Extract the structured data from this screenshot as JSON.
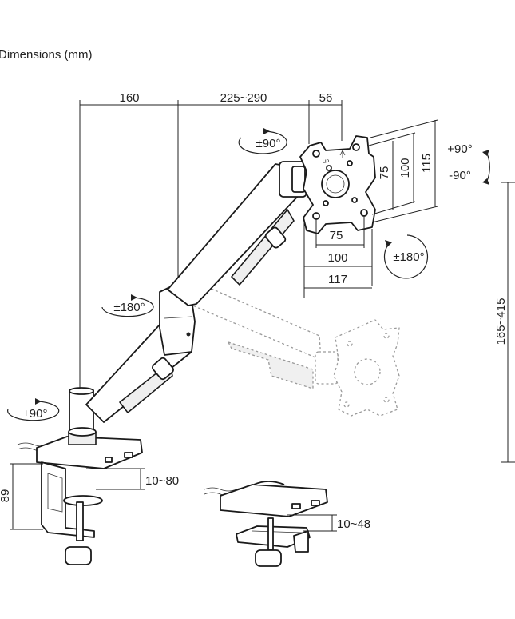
{
  "title": "Dimensions (mm)",
  "dims": {
    "arm_reach_1": "160",
    "arm_reach_2": "225~290",
    "plate_offset": "56",
    "vesa_h_small": "75",
    "vesa_h_large": "100",
    "plate_height": "115",
    "vesa_w_small": "75",
    "vesa_w_large": "100",
    "plate_width": "117",
    "height_range": "165~415",
    "clamp_thickness": "10~80",
    "clamp_depth": "89",
    "grommet_thickness": "10~48"
  },
  "rotations": {
    "head_swivel": "±90°",
    "tilt_up": "+90°",
    "tilt_down": "-90°",
    "screen_rotation": "±180°",
    "arm_swivel": "±180°",
    "base_swivel": "±90°"
  },
  "plate_marking": "UP"
}
